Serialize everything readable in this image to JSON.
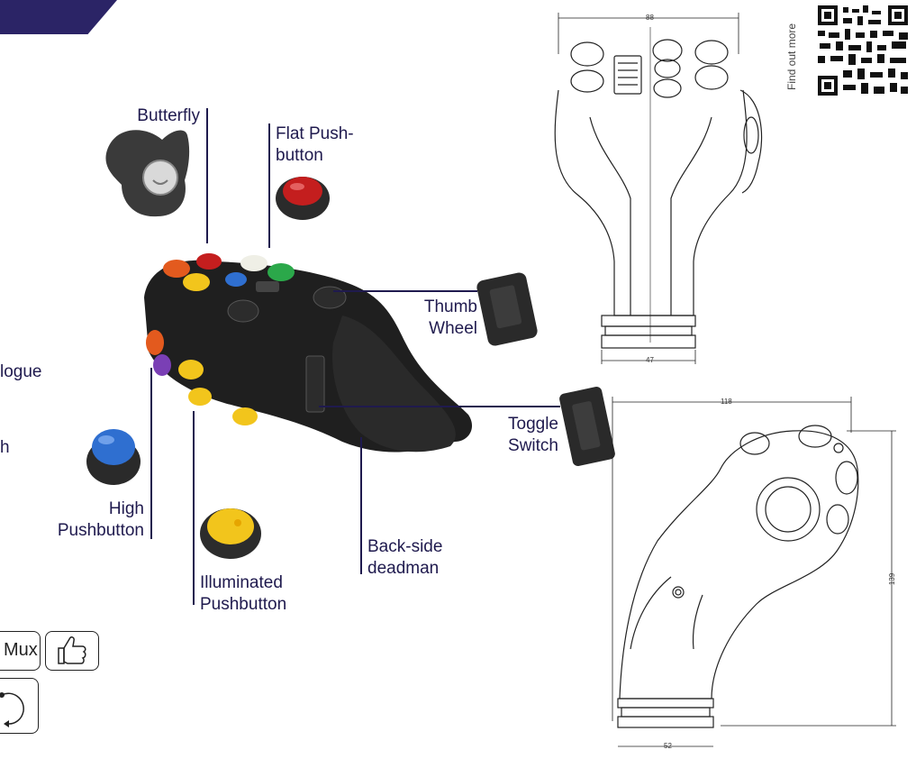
{
  "labels": {
    "butterfly": "Butterfly",
    "flat_push_line1": "Flat Push-",
    "flat_push_line2": "button",
    "thumb_line1": "Thumb",
    "thumb_line2": "Wheel",
    "toggle_line1": "Toggle",
    "toggle_line2": "Switch",
    "high_line1": "High",
    "high_line2": "Pushbutton",
    "illum_line1": "Illuminated",
    "illum_line2": "Pushbutton",
    "backside_line1": "Back-side",
    "backside_line2": "deadman",
    "cut_analogue": "logue",
    "cut_h": "h"
  },
  "qr": {
    "caption": "Find out more"
  },
  "icons": {
    "mux_label": "Mux",
    "thumb_icon": "thumb-up-icon",
    "rotate_icon": "rotate-icon"
  },
  "dimensions": {
    "front_top": "88",
    "front_bottom": "47",
    "side_top": "118",
    "side_right": "139",
    "side_bottom": "52"
  },
  "colors": {
    "brand": "#2b2466",
    "label_text": "#1f1a4e"
  }
}
